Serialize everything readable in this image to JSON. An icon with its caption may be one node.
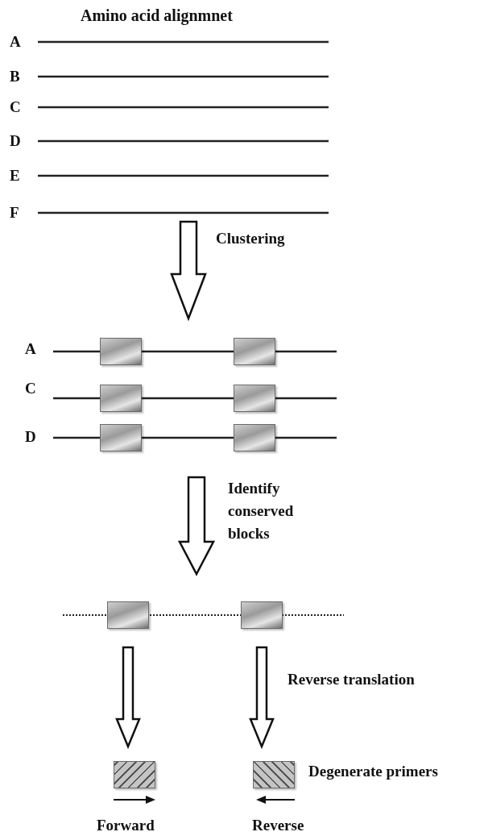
{
  "diagram": {
    "title": "Amino acid alignmnet",
    "nodes": [
      {
        "text": [],
        "shape": "box"
      },
      {
        "text": [],
        "shape": "box"
      },
      {
        "text": [],
        "shape": "box"
      },
      {
        "text": [],
        "shape": "box"
      },
      {
        "text": [],
        "shape": "box"
      },
      {
        "text": [],
        "shape": "box"
      },
      {
        "text": [],
        "shape": "box"
      },
      {
        "text": [],
        "shape": "box"
      },
      {
        "text": [],
        "shape": "box"
      },
      {
        "text": [],
        "shape": "box"
      }
    ],
    "edges": [
      {
        "from": 6,
        "to": 8,
        "arrow": "to"
      },
      {
        "from": 7,
        "to": 9,
        "arrow": "to"
      }
    ],
    "labels": [
      "A",
      "B",
      "C",
      "D",
      "E",
      "F",
      "Clustering",
      "A",
      "C",
      "D",
      "Identify conserved blocks",
      "Reverse translation",
      "Degenerate primers",
      "Forward",
      "Reverse"
    ]
  }
}
